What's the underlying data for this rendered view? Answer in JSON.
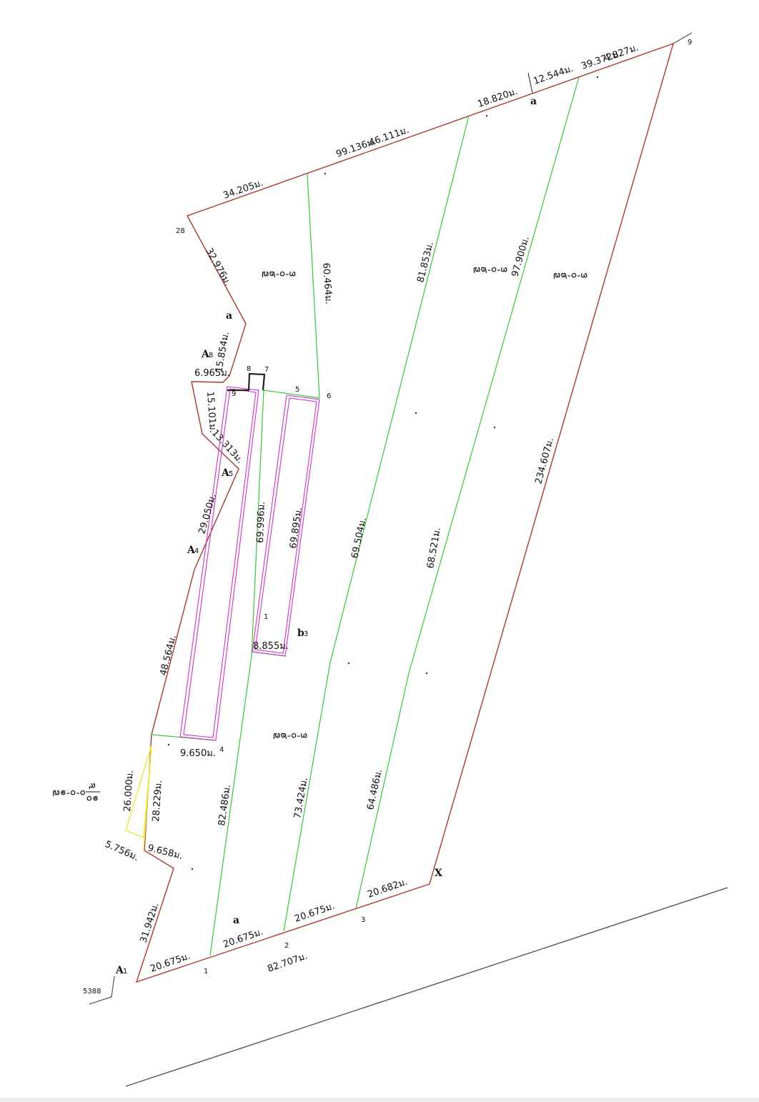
{
  "plan": {
    "boundary_labels": {
      "top_left": "34.205ม.",
      "top_mid": "99.136ม.",
      "top_mid2": "46.111ม.",
      "top_seg3": "18.820ม.",
      "top_seg4": "12.544ม.",
      "top_seg5": "39.372ม.",
      "top_seg6": "4.827ม.",
      "left_top": "32.976ม.",
      "left_a8": "15.854ม.",
      "left_6965": "6.965ม.",
      "left_15101": "15.101ม.",
      "left_13313": "13.313ม.",
      "left_29050": "29.050ม.",
      "left_48564": "48.564ม.",
      "left_31942": "31.942ม.",
      "right_long": "234.607ม.",
      "bottom_left": "20.675ม.",
      "bottom_2": "20.675ม.",
      "bottom_3": "20.675ม.",
      "bottom_4": "20.682ม.",
      "bottom_total": "82.707ม."
    },
    "inner_labels": {
      "l60464": "60.464ม.",
      "l81853": "81.853ม.",
      "l97900": "97.900ม.",
      "l69996": "69.996ม.",
      "l69895": "69.895ม.",
      "l69504": "69.504ม.",
      "l68521": "68.521ม.",
      "l8855": "8.855ม.",
      "l9650": "9.650ม.",
      "l82486": "82.486ม.",
      "l73424": "73.424ม.",
      "l64486": "64.486ม.",
      "l26000": "26.000ม.",
      "l28229": "28.229ม.",
      "l5756": "5.756ม.",
      "l9658": "9.658ม."
    },
    "areas": {
      "a1": "๓-๐-๒๗",
      "a2": "๓-๐-๒๗",
      "a3": "๓-๐-๒๗",
      "a4": "๓-๐-๒๗",
      "small": "๐-๐-๑๗",
      "small_frac_num": "๙",
      "small_frac_den": "๑๐"
    },
    "points": {
      "p9": "9",
      "p28": "28",
      "a_top": "a",
      "a_left": "a",
      "a_bottom": "a",
      "A8": "A",
      "A8_sub": "8",
      "A5": "A",
      "A5_sub": "5",
      "A4": "A",
      "A4_sub": "4",
      "A1": "A",
      "A1_sub": "1",
      "b3": "b",
      "b3_sub": "3",
      "X": "X",
      "n8": "8",
      "n7": "7",
      "n9": "9",
      "n5": "5",
      "n6": "6",
      "n1_inner": "1",
      "n4": "4",
      "n1": "1",
      "n2": "2",
      "n3": "3",
      "n5388": "5388"
    },
    "colors": {
      "boundary": "#a83a2c",
      "subdivision": "#37c837",
      "building": "#cc33cc",
      "small_plot": "#e8e83a",
      "road": "#555555"
    }
  }
}
